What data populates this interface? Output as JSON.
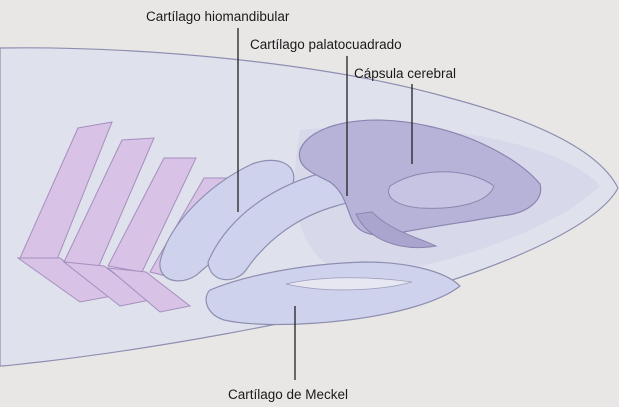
{
  "labels": {
    "hyomandibular": "Cartílago hiomandibular",
    "palatoquadrate": "Cartílago palatocuadrado",
    "braincase": "Cápsula cerebral",
    "meckel": "Cartílago de Meckel"
  },
  "colors": {
    "background": "#e9e7e6",
    "head": "#dfe1ec",
    "cartilage": "#cfd2ec",
    "braincase": "#b7b2d8",
    "gill_arches": "#d8c3e6",
    "outline": "#8e8fb0",
    "leader": "#222222"
  }
}
